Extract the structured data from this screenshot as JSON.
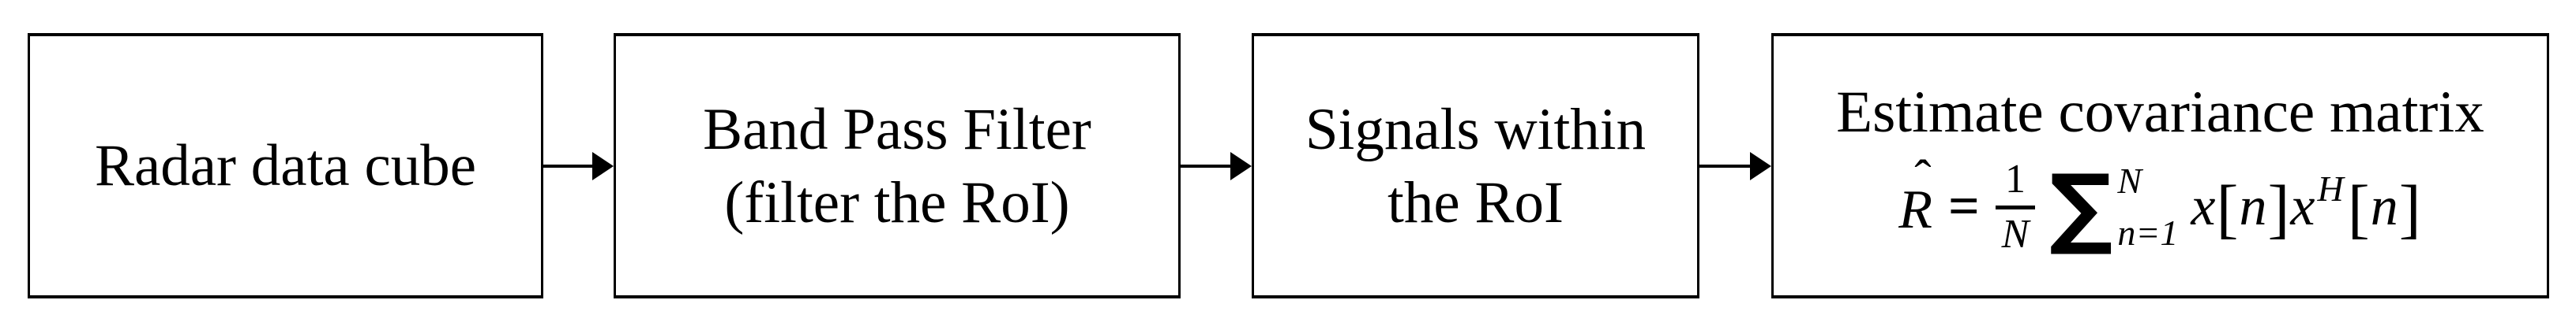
{
  "diagram": {
    "background_color": "#ffffff",
    "box_border_color": "#000000",
    "text_color": "#000000",
    "boxes": [
      {
        "label_lines": [
          "Radar data cube"
        ]
      },
      {
        "label_lines": [
          "Band Pass Filter",
          "(filter the RoI)"
        ]
      },
      {
        "label_lines": [
          "Signals within",
          "the RoI"
        ]
      },
      {
        "title": "Estimate covariance matrix",
        "formula": {
          "r_symbol": "R",
          "hat": "ˆ",
          "equals": "=",
          "fraction_numerator": "1",
          "fraction_denominator": "N",
          "sum_symbol": "∑",
          "sum_upper_limit": "N",
          "sum_lower_limit": "n=1",
          "x_first": "x",
          "bracket_open_1": "[",
          "index_1": "n",
          "bracket_close_1": "]",
          "x_second": "x",
          "hermitian_superscript": "H",
          "bracket_open_2": "[",
          "index_2": "n",
          "bracket_close_2": "]"
        }
      }
    ]
  }
}
